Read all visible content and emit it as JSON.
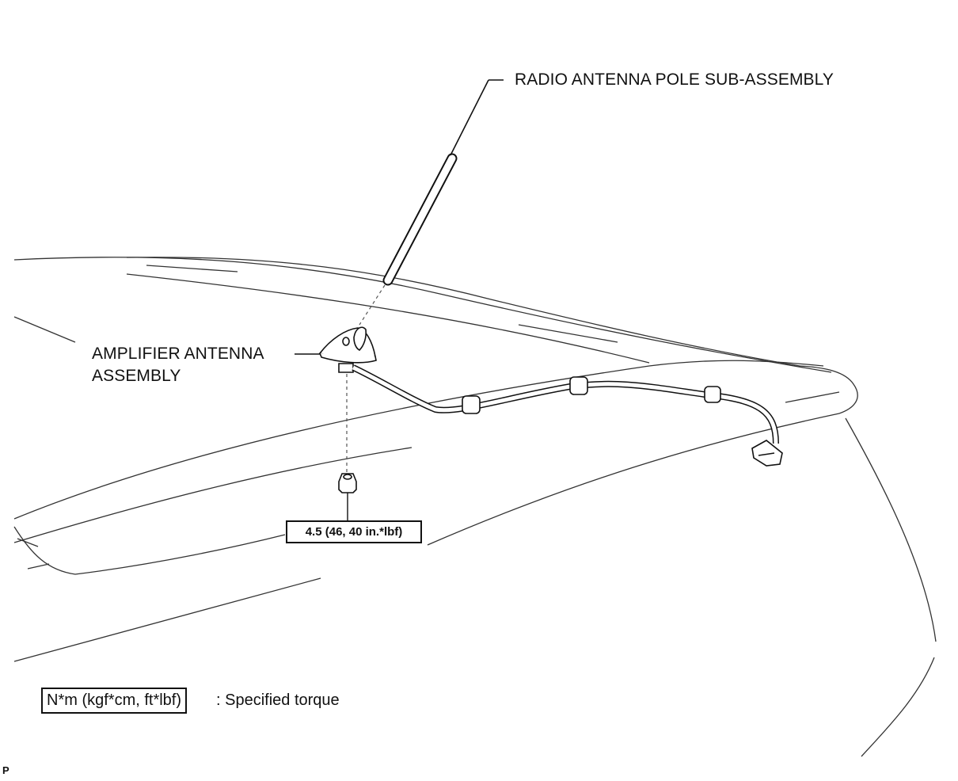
{
  "labels": {
    "radio_antenna_pole": "RADIO ANTENNA POLE SUB-ASSEMBLY",
    "amplifier_line1": "AMPLIFIER ANTENNA",
    "amplifier_line2": "ASSEMBLY"
  },
  "torque_spec": "4.5 (46, 40 in.*lbf)",
  "legend": {
    "unit_box": "N*m (kgf*cm, ft*lbf)",
    "description": ": Specified torque"
  },
  "corner_code": "P"
}
